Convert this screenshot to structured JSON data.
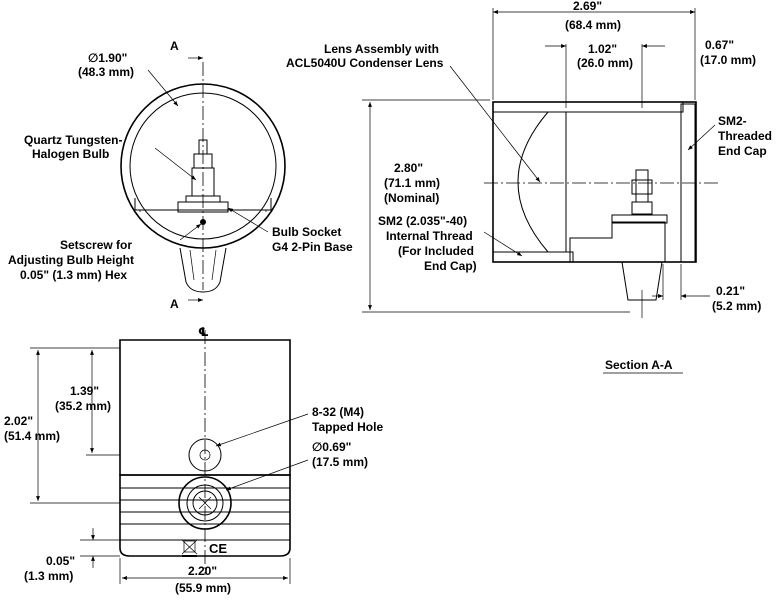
{
  "top_left_view": {
    "section_marker": "A",
    "diameter_label": "∅1.90\"",
    "diameter_mm": "(48.3 mm)",
    "bulb_label_1": "Quartz Tungsten-",
    "bulb_label_2": "Halogen Bulb",
    "setscrew_label_1": "Setscrew for",
    "setscrew_label_2": "Adjusting Bulb Height",
    "setscrew_label_3": "0.05\" (1.3 mm) Hex",
    "socket_label_1": "Bulb Socket",
    "socket_label_2": "G4 2-Pin Base"
  },
  "section_view": {
    "width_label": "2.69\"",
    "width_mm": "(68.4 mm)",
    "inner_label": "1.02\"",
    "inner_mm": "(26.0 mm)",
    "cap_label": "0.67\"",
    "cap_mm": "(17.0 mm)",
    "lens_label_1": "Lens Assembly with",
    "lens_label_2": "ACL5040U Condenser Lens",
    "height_label": "2.80\"",
    "height_mm": "(71.1 mm)",
    "height_note": "(Nominal)",
    "thread_label_1": "SM2 (2.035\"-40)",
    "thread_label_2": "Internal Thread",
    "thread_label_3": "(For Included",
    "thread_label_4": "End Cap)",
    "endcap_label_1": "SM2-",
    "endcap_label_2": "Threaded",
    "endcap_label_3": "End Cap",
    "base_label": "0.21\"",
    "base_mm": "(5.2 mm)",
    "title": "Section A-A"
  },
  "bottom_view": {
    "centerline": "℄",
    "h1_label": "1.39\"",
    "h1_mm": "(35.2 mm)",
    "h2_label": "2.02\"",
    "h2_mm": "(51.4 mm)",
    "hole_label_1": "8-32 (M4)",
    "hole_label_2": "Tapped Hole",
    "dia_label": "∅0.69\"",
    "dia_mm": "(17.5 mm)",
    "gap_label": "0.05\"",
    "gap_mm": "(1.3 mm)",
    "width_label": "2.20\"",
    "width_mm": "(55.9 mm)",
    "ce_mark": "CE"
  }
}
